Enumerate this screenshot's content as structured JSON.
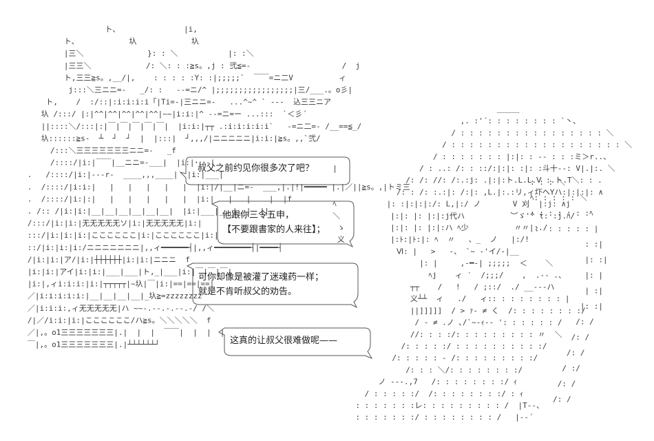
{
  "bubbles": [
    {
      "lines": [
        "叔父之前约见你很多次了吧？"
      ]
    },
    {
      "lines": [
        "他跟你三令五申，",
        "【不要跟書家的人来往】；"
      ]
    },
    {
      "lines": [
        "可你却像是被灌了迷魂药一样；",
        "就是不肯听叔父的劝告。"
      ]
    },
    {
      "lines": [
        "这真的让叔父很难做呢——"
      ]
    }
  ],
  "art": {
    "castle_rows": [
      "                    ト、              |i,",
      "           ト、           圦            圦",
      "           |三＼              }: : ＼           |: :＼                        ",
      "           |三三＼            /: ＼: : :≧s。,j : 弐≦=-                    /  j",
      "           ト,三三≧s。,__/|,    : : : : :Y: :|;;;;;`  ￣￣=ニ二V          ィ",
      "            j:::＼三ニニ=-   _/: :   --=ニ/^ |;;;;;;;;;;;;;;;;;|三/___.。o彡|",
      "       ト,    /  :/::|:i:i:i:i「|Ti=-|三ニニ=-   ...^~^ ` ---  込三三ニア",
      "      圦 /:::/ |:|^^|^^|^^|^^|^^|~~|i:i:|^ --=ニ=ー ...:::  `＜彡´",
      "      ||::::＼/:::|:|￣|￣|￣|￣|￣|  |i:i:|┬┬ .:i:i:i:i:i`   -=ニ二=- /__==≦_/",
      "      圦::::::≧s-  ┴  ┘  ┘  |  |:::|  ┘,,,/|ニニニニニ|i:i:|≧s。,,`弐/",
      "        /:::＼三三三三三三三ニニ=-   _f",
      "        /::::/|i:|￣￣|__ニニ=-___|  |i:|･･･‐|",
      "   .   /::::/|i:|--‐r‐  ____,,,____|  |i:|___|",
      "   .  /::::/|i:i:|   |   |   |   |   |  |i:|/|__|ニ=-  ___,|.|!|━━━━━ |.|／||≧s。,|トミ三",
      "   .  /::::/|i:|:|   |   |   |   |   |  |i:|   |   |    |  |f",
      "   . /:: /|i:|i:|__|__|__|__|__|__|  |i:|___|___|__|  ||",
      "   /:::/|i:|i:|无无无无无ソ|i:|无无无无无|i:|",
      "   :::/|i:|i:|i:|ここここここ|i:|ここここここ|i:|",
      "   ::/|i:|i:|i:/ニニニニニニニ|,,ィ━━━━━━┤|,,ィ━━━━━━━━┤|━━━━┤",
      "   /|i:|i:|ア/|i:|┼┼┼┼┼┼|i:|i:|ニニニ  f",
      "   |i:|i:|アイ|i:|i:|___|___|ト,_|___|i:|￣|￣|￣|",
      "   |i:|,ィi:i:i:|i:|┬┬┬┬┬|~圦|￣|i:|==|==|==|",
      "   ／|i:i:i:i:i:|__|__|__|__|_圦≧=zzzzzzzz",
      "   ／|i:i:i:,ィ无无无无无|ハ ~~‐.‐‐.‐.‐‐.‐/ /＼",
      "   /|／/i:i:|i:|ここここここ/ハ≧s。＼＼＼＼＼  f",
      "   ／|,。o1三三三三三三三|.|  |  |  ￣￣|  |  |  |",
      "   ￣|,。o1三三三三三三三|.|┴┴┴┴┴┴┘"
    ],
    "creature_rows": [
      "                                      ＿＿＿",
      "                              ,. :'´: : : : : : : : `丶、",
      "                            / : : : : : : : : : : : : : : : : ＼",
      "                          / : : : : : : : : : : : : : : : : : : : ＼",
      "                        / : : : : : : : |:|: : ‐- : : :ミ＞r..、",
      "  |                  / : ..: /: : ::/:|:|: :|: :斗十‐-: V|.|:. ＼",
      "                  /: /: //: /:.:j: .|:|:ト.L.L.Ⅴ :.ト.T＼: : .",
      "                /: : /: :.:|: /:|: ,L.|:.:リ,ィ圷ヘYハ:|:|:|: ∧",
      "  ﾍ           |: :|:|:|:/: L,|:/ ノ       V 刈  |:j: ∧j",
      "  ＼           |:|: |: |:|:j代ハ          ︶ゞ'^ t: :j.ﾊ/",
      "   ゝ          |:|: |: |:|:ハ ﾍ少          〃〃|:./",
      "   义          |:ﾄ:|ﾄ:|: ﾍ  〃   、_  ノ   |:/!",
      "                Ⅵ: |   >   -、 `~ -'イ/‐|__",
      "                     |: |     ,‐━‐| ;;;;;  ＜    ＼",
      "                       ﾍj    ィ ′  /;;;/    ,  .-‐ .、",
      "                   ┬┬    /   !   / ;::/  ./ __‐‐‐ハ",
      "                   义┴┴  ィ   ./   ィ:: : : : : : : : |",
      "                   ||]]]]]  / > ｧ‐ ≠ く  /: : : : : : : :/",
      "                    / - ≠ .ノ ､/`~‐ｨ‐- ': : : : : : /",
      "                   //: : : :/: : : : : : : : : 〃  ＼",
      "                 /: : : : :/ : : : : : : : : : :/ ",
      "               /: : : : : ‐ /: : : : : : : : :/",
      "                  /: : : ＼/: : : : : : : :/",
      "            ノ ‐‐‐.,7   /: : : : : : : :/ ｨ",
      "         / : : : : :/  /: : : : : : : :/ : ｨ",
      "       : : : : : : :レ: : : : : : : : : /  |T‐‐、",
      "       : : : : : : :/ : : : : : : : : /   |‐‐´"
    ],
    "right_edge_rows": [
      ": : : ＼",
      "ﾍ: : : : : ＼",
      ": : : : : : :ﾍ",
      " :  : : : : : |",
      "            : :|",
      "            |: :|",
      "            |: |",
      "            | :|",
      "           |: :|",
      "          /: /",
      "         /: /",
      "        /: /",
      "       / :/",
      "      /: /",
      "     /: /"
    ]
  }
}
